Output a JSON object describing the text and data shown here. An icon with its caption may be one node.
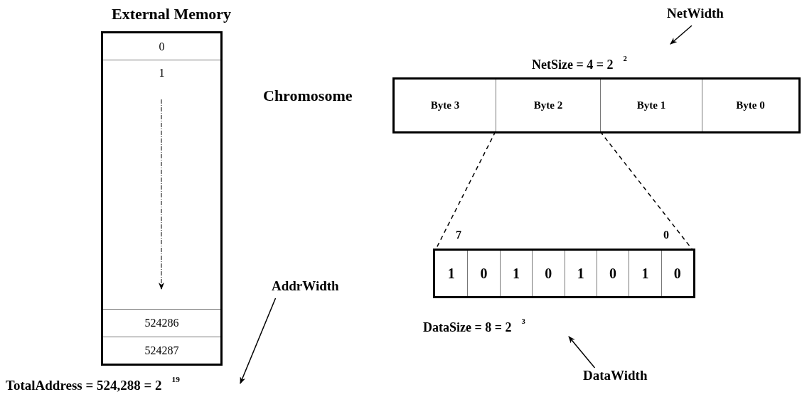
{
  "diagram": {
    "nodes": [
      {
        "text": [
          "External Memory"
        ]
      },
      {
        "text": [
          "0"
        ],
        "in": 0
      },
      {
        "text": [
          "1"
        ],
        "in": 0
      },
      {
        "text": [
          "524286"
        ],
        "in": 0
      },
      {
        "text": [
          "524287"
        ],
        "in": 0
      },
      {
        "text": [
          "Chromosome"
        ]
      },
      {
        "text": [
          "Byte 3"
        ],
        "in": 5
      },
      {
        "text": [
          "Byte 2"
        ],
        "in": 5
      },
      {
        "text": [
          "Byte 1"
        ],
        "in": 5
      },
      {
        "text": [
          "Byte 0"
        ],
        "in": 5
      },
      {
        "text": [],
        "shape": "box"
      },
      {
        "text": [
          "1"
        ],
        "in": 10
      },
      {
        "text": [
          "0"
        ],
        "in": 10
      },
      {
        "text": [
          "1"
        ],
        "in": 10
      },
      {
        "text": [
          "0"
        ],
        "in": 10
      },
      {
        "text": [
          "1"
        ],
        "in": 10
      },
      {
        "text": [
          "0"
        ],
        "in": 10
      },
      {
        "text": [
          "1"
        ],
        "in": 10
      },
      {
        "text": [
          "0"
        ],
        "in": 10
      },
      {
        "text": [
          "NetWidth"
        ]
      },
      {
        "text": [
          "AddrWidth"
        ]
      },
      {
        "text": [
          "DataWidth"
        ]
      }
    ],
    "edges": [
      {
        "from": 7,
        "to": 10,
        "arrow": "none",
        "style": "dashed"
      },
      {
        "from": 7,
        "to": 10,
        "arrow": "none",
        "style": "dashed"
      },
      {
        "from": 19,
        "to": null,
        "arrow": "to"
      },
      {
        "from": 20,
        "to": null,
        "arrow": "to"
      },
      {
        "from": 21,
        "to": null,
        "arrow": "to"
      }
    ],
    "labels": [
      "NetSize = 4 = 2$^{2}$",
      "7",
      "0",
      "DataSize = 8 = 2$^{3}$",
      "TotalAddress = 524,288 = 2$^{19}$"
    ]
  }
}
